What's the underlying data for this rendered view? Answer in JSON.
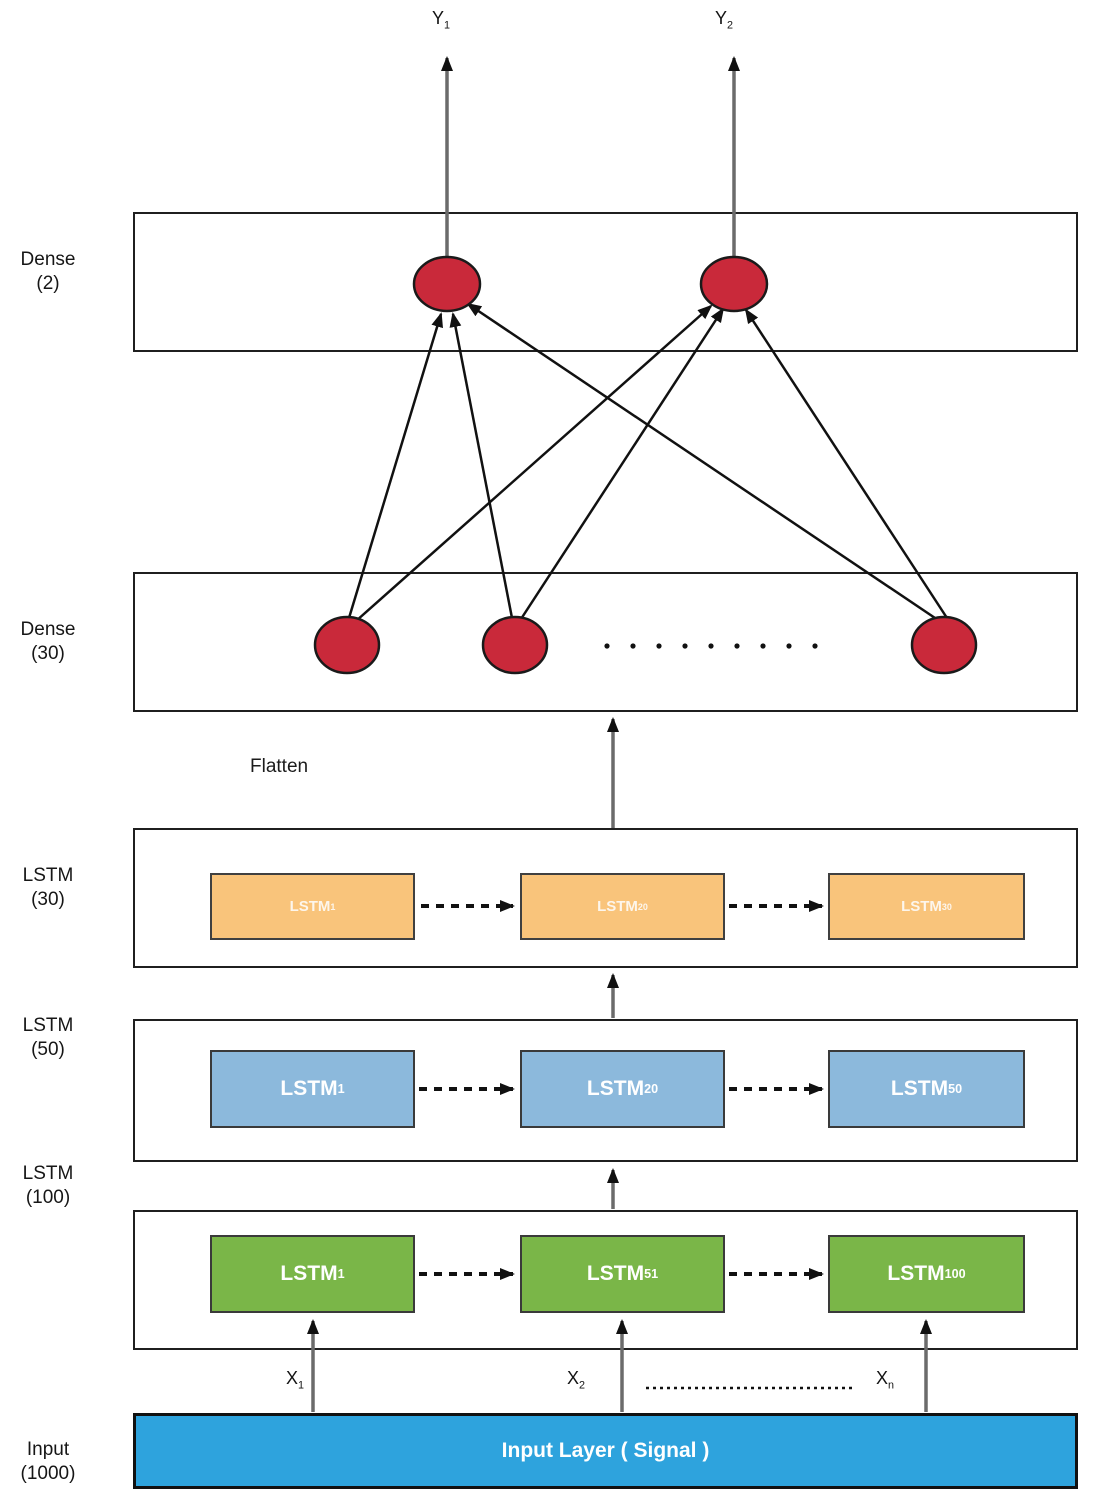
{
  "colors": {
    "lstm30_cell": "#f9c377",
    "lstm50_cell": "#8cb9dc",
    "lstm100_cell": "#7ab648",
    "input_bar": "#2ea3dd",
    "neuron_fill": "#c9293a",
    "arrow_gray": "#6b6b6b",
    "line_black": "#111111"
  },
  "outputs": [
    {
      "base": "Y",
      "sub": "1"
    },
    {
      "base": "Y",
      "sub": "2"
    }
  ],
  "side_labels": {
    "dense2": [
      "Dense",
      "(2)"
    ],
    "dense30": [
      "Dense",
      "(30)"
    ],
    "lstm30": [
      "LSTM",
      "(30)"
    ],
    "lstm50": [
      "LSTM",
      "(50)"
    ],
    "lstm100": [
      "LSTM",
      "(100)"
    ],
    "input": [
      "Input",
      "(1000)"
    ]
  },
  "flatten_label": "Flatten",
  "cells": {
    "lstm30": [
      {
        "base": "LSTM",
        "sub": "1"
      },
      {
        "base": "LSTM",
        "sub": "20"
      },
      {
        "base": "LSTM",
        "sub": "30"
      }
    ],
    "lstm50": [
      {
        "base": "LSTM",
        "sub": "1"
      },
      {
        "base": "LSTM",
        "sub": "20"
      },
      {
        "base": "LSTM",
        "sub": "50"
      }
    ],
    "lstm100": [
      {
        "base": "LSTM",
        "sub": "1"
      },
      {
        "base": "LSTM",
        "sub": "51"
      },
      {
        "base": "LSTM",
        "sub": "100"
      }
    ]
  },
  "input_bar_label": "Input Layer ( Signal )",
  "inputs": [
    {
      "base": "X",
      "sub": "1"
    },
    {
      "base": "X",
      "sub": "2"
    },
    {
      "base": "X",
      "sub": "n"
    }
  ]
}
